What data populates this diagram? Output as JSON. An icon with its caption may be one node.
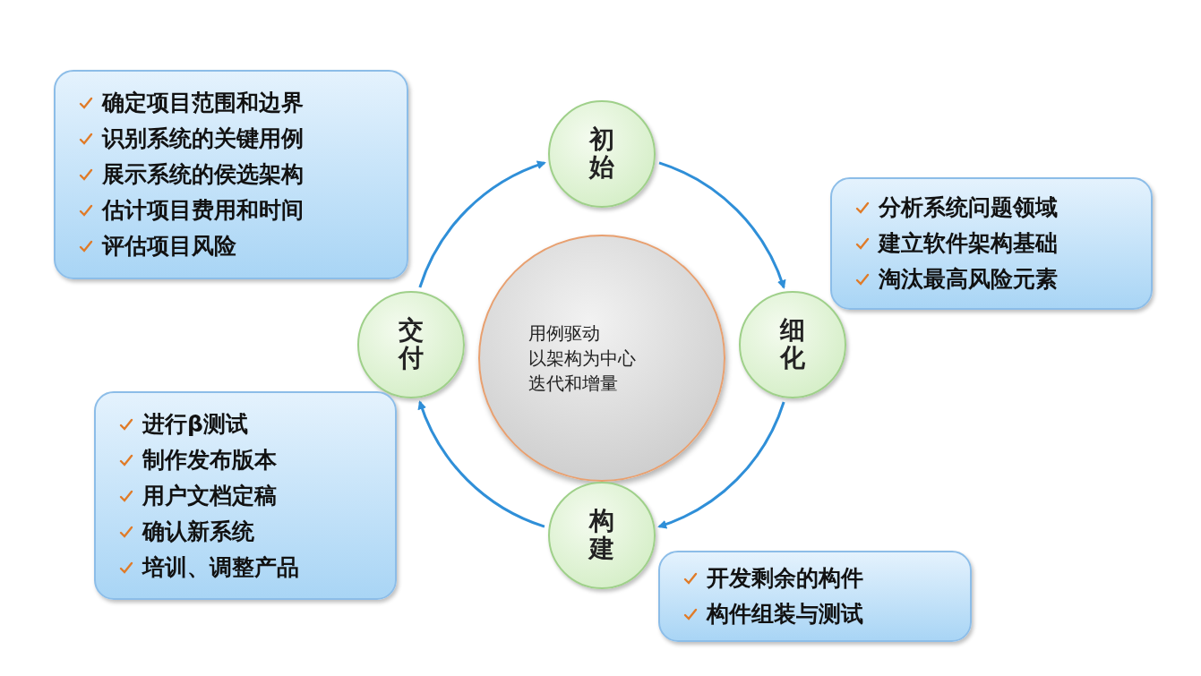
{
  "diagram": {
    "nodes": [
      {
        "text": [
          "确定项目范围和边界",
          "识别系统的关键用例",
          "展示系统的侯选架构",
          "估计项目费用和时间",
          "评估项目风险"
        ]
      },
      {
        "text": [
          "初始"
        ]
      },
      {
        "text": [
          "分析系统问题领域",
          "建立软件架构基础",
          "淘汰最高风险元素"
        ]
      },
      {
        "text": [
          "交付"
        ]
      },
      {
        "text": [
          "用例驱动",
          "以架构为中心",
          "迭代和增量"
        ]
      },
      {
        "text": [
          "细化"
        ]
      },
      {
        "text": [
          "进行β测试",
          "制作发布版本",
          "用户文档定稿",
          "确认新系统",
          "培训、调整产品"
        ]
      },
      {
        "text": [
          "构建"
        ]
      },
      {
        "text": [
          "开发剩余的构件",
          "构件组装与测试"
        ]
      }
    ],
    "edges": [
      {
        "from": 1,
        "to": 5,
        "arrow": "to"
      },
      {
        "from": 5,
        "to": 7,
        "arrow": "to"
      },
      {
        "from": 7,
        "to": 3,
        "arrow": "to"
      },
      {
        "from": 3,
        "to": 1,
        "arrow": "to"
      }
    ]
  }
}
